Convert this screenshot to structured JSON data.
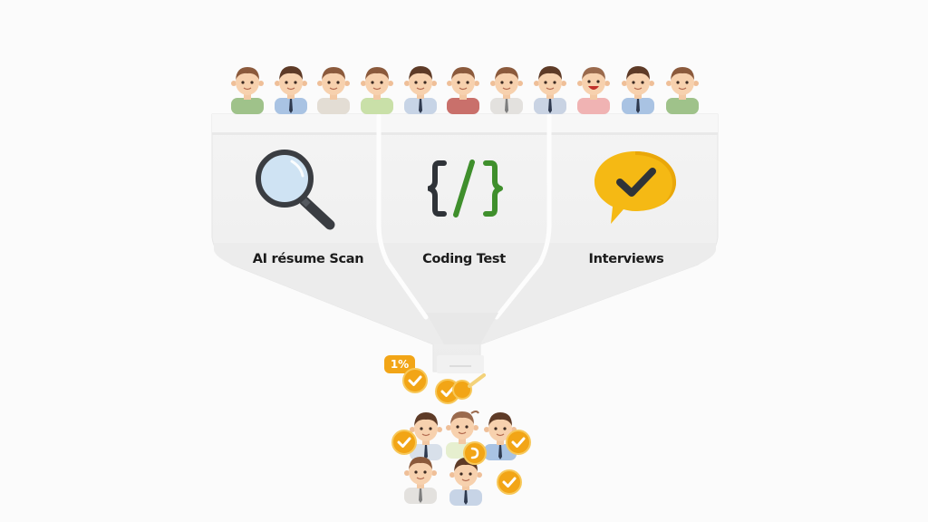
{
  "diagram": {
    "type": "hiring-funnel",
    "candidates_top_count": 11,
    "candidates_top": [
      {
        "shirt": "#9fc28a",
        "tie": false
      },
      {
        "shirt": "#a9c3e3",
        "tie": true
      },
      {
        "shirt": "#e3ddd4",
        "tie": false
      },
      {
        "shirt": "#c9e0a8",
        "tie": false
      },
      {
        "shirt": "#c7d4e6",
        "tie": true
      },
      {
        "shirt": "#c9706b",
        "tie": false
      },
      {
        "shirt": "#e3e1de",
        "tie": true
      },
      {
        "shirt": "#c9d3e3",
        "tie": true
      },
      {
        "shirt": "#f0b3b3",
        "tie": false,
        "smiling": true
      },
      {
        "shirt": "#a9c3e3",
        "tie": true
      },
      {
        "shirt": "#9fc28a",
        "tie": false
      }
    ],
    "stages": [
      {
        "label": "AI résume Scan",
        "icon": "magnifying-glass-icon"
      },
      {
        "label": "Coding Test",
        "icon": "code-brackets-icon"
      },
      {
        "label": "Interviews",
        "icon": "speech-bubble-check-icon"
      }
    ],
    "output": {
      "percent_badge": "1%",
      "selected_candidates_count": 5,
      "check_badges_count": 6
    },
    "colors": {
      "funnel": "#efefef",
      "funnel_edge": "#e4e4e4",
      "accent_yellow": "#f5b914",
      "badge_orange": "#f2a516",
      "code_dark": "#2f3338",
      "code_green": "#3f8f2c",
      "lens_blue": "#cfe3f3",
      "icon_dark": "#3a3d42",
      "label_text": "#1b1b1b"
    }
  }
}
